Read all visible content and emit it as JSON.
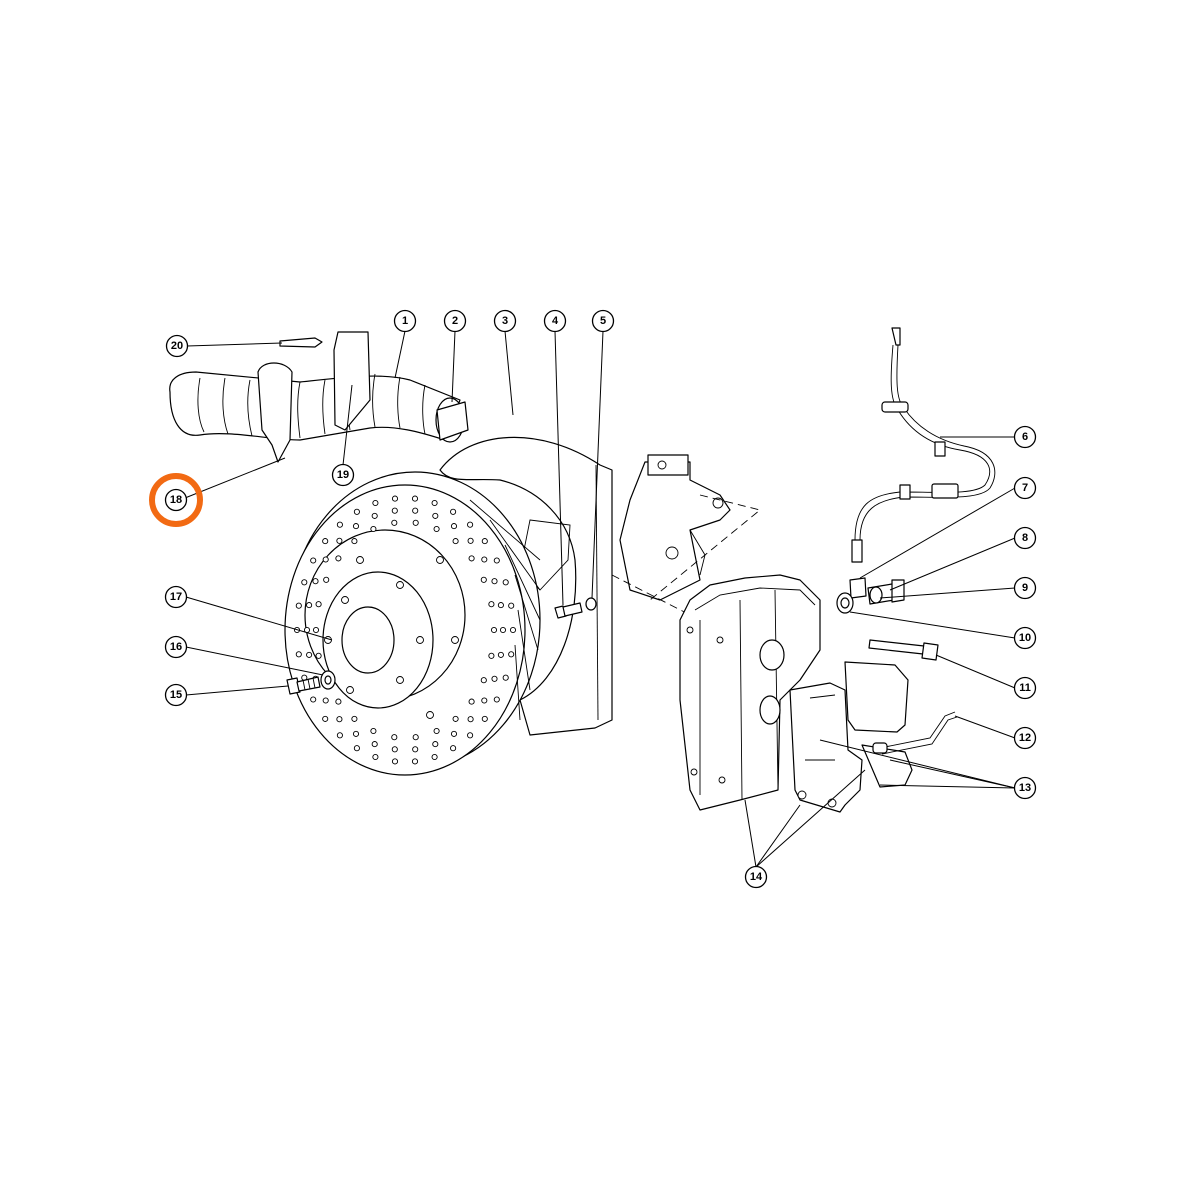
{
  "diagram": {
    "highlight_color": "#f26a13",
    "highlighted_callout": "18",
    "callouts": [
      {
        "id": "1",
        "label": "1"
      },
      {
        "id": "2",
        "label": "2"
      },
      {
        "id": "3",
        "label": "3"
      },
      {
        "id": "4",
        "label": "4"
      },
      {
        "id": "5",
        "label": "5"
      },
      {
        "id": "6",
        "label": "6"
      },
      {
        "id": "7",
        "label": "7"
      },
      {
        "id": "8",
        "label": "8"
      },
      {
        "id": "9",
        "label": "9"
      },
      {
        "id": "10",
        "label": "10"
      },
      {
        "id": "11",
        "label": "11"
      },
      {
        "id": "12",
        "label": "12"
      },
      {
        "id": "13",
        "label": "13"
      },
      {
        "id": "14",
        "label": "14"
      },
      {
        "id": "15",
        "label": "15"
      },
      {
        "id": "16",
        "label": "16"
      },
      {
        "id": "17",
        "label": "17"
      },
      {
        "id": "18",
        "label": "18"
      },
      {
        "id": "19",
        "label": "19"
      },
      {
        "id": "20",
        "label": "20"
      }
    ]
  }
}
